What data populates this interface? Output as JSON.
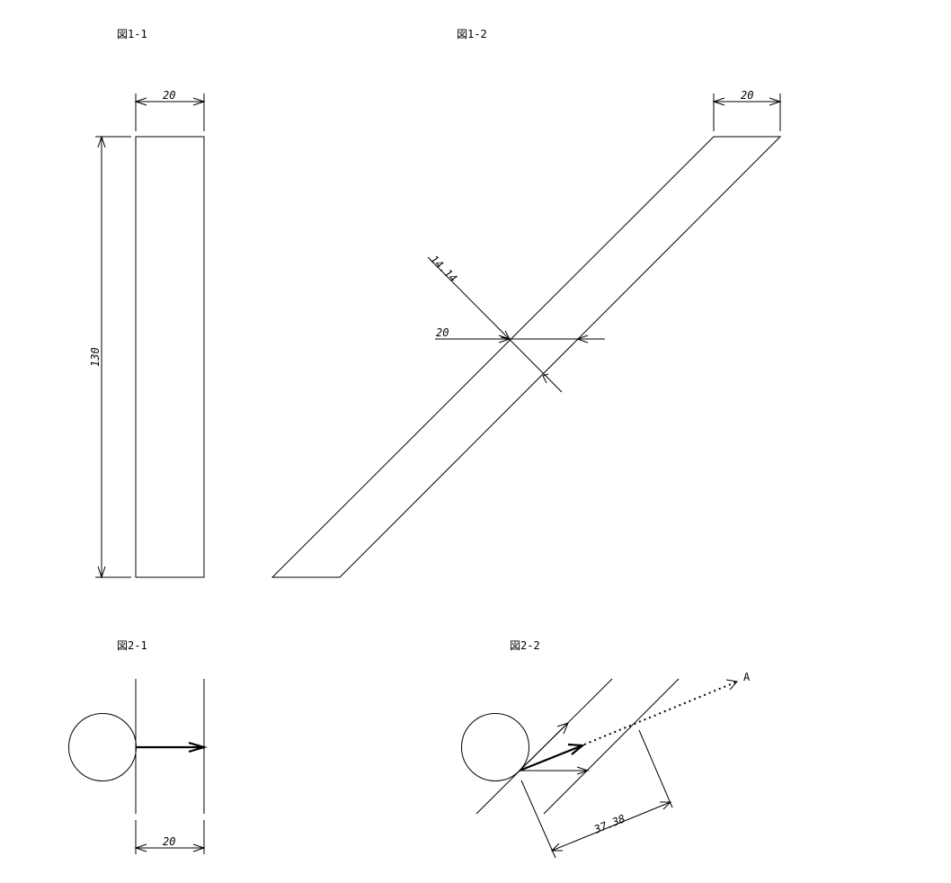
{
  "figures": {
    "fig1_1": {
      "caption": "図1-1",
      "dim_width": "20",
      "dim_height": "130"
    },
    "fig1_2": {
      "caption": "図1-2",
      "dim_top_width": "20",
      "dim_perpendicular": "14.14",
      "dim_horizontal": "20"
    },
    "fig2_1": {
      "caption": "図2-1",
      "dim_width": "20"
    },
    "fig2_2": {
      "caption": "図2-2",
      "dim_distance": "37.38",
      "point_label": "A"
    }
  }
}
